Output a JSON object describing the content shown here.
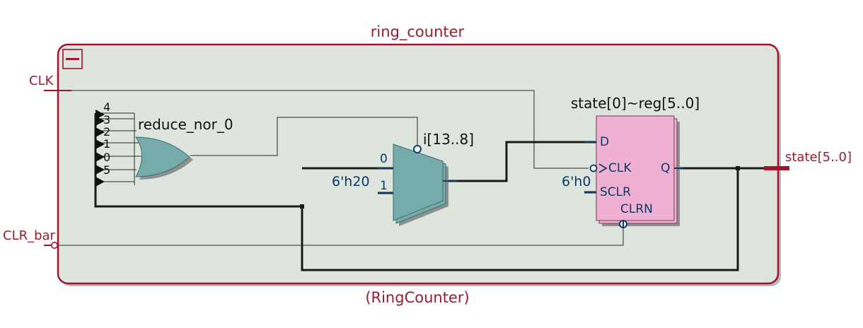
{
  "module": {
    "instance_name": "ring_counter",
    "entity_name": "(RingCounter)"
  },
  "ports": {
    "clk": "CLK",
    "clr": "CLR_bar",
    "out": "state[5..0]"
  },
  "gate": {
    "name": "reduce_nor_0",
    "inputs": [
      "4",
      "3",
      "2",
      "1",
      "0",
      "5"
    ]
  },
  "mux": {
    "name": "i[13..8]",
    "in0": "0",
    "in1": "1",
    "const": "6'h20"
  },
  "register": {
    "name": "state[0]~reg[5..0]",
    "pin_d": "D",
    "pin_clk": "CLK",
    "pin_sclr": "SCLR",
    "pin_clrn": "CLRN",
    "pin_q": "Q",
    "sclr_const": "6'h0"
  },
  "colors": {
    "frame": "#a3132b",
    "frame_fill": "#dde5dc",
    "gate_fill": "#76abac",
    "reg_fill": "#f0b0d2",
    "wire": "#1a1a1a",
    "pin_label": "#0d3b66"
  }
}
